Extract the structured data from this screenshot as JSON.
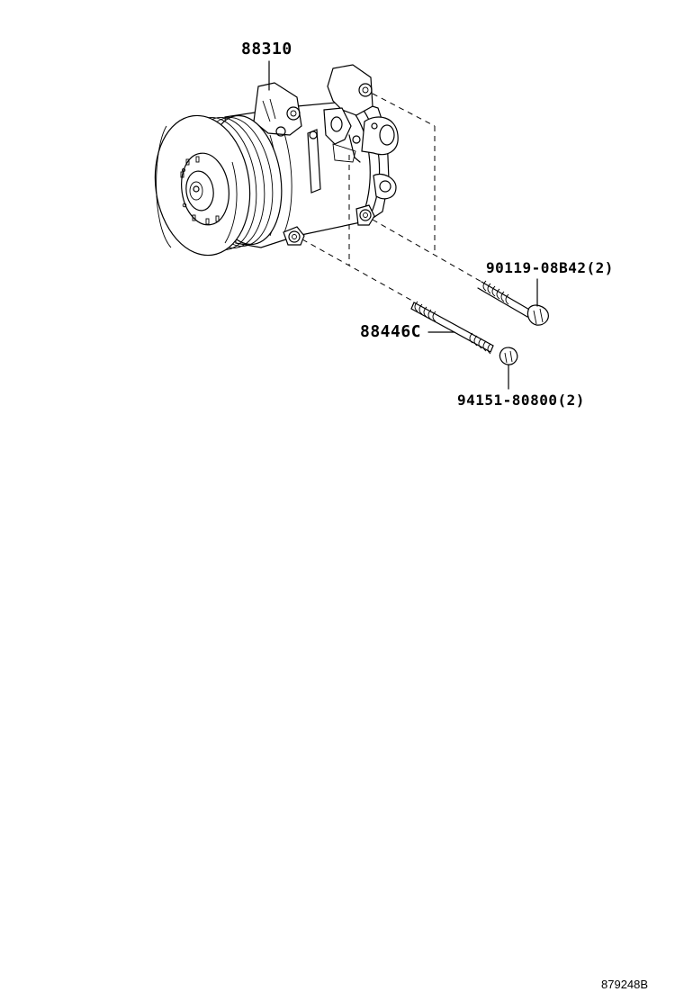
{
  "diagram": {
    "parts": [
      {
        "id": "compressor",
        "number": "88310",
        "qty": ""
      },
      {
        "id": "bolt",
        "number": "90119-08B42",
        "qty": "(2)"
      },
      {
        "id": "stud",
        "number": "88446C",
        "qty": ""
      },
      {
        "id": "nut",
        "number": "94151-80800",
        "qty": "(2)"
      }
    ],
    "labels": {
      "compressor": "88310",
      "bolt": "90119-08B42(2)",
      "stud": "88446C",
      "nut": "94151-80800(2)"
    },
    "reference_code": "879248B"
  }
}
